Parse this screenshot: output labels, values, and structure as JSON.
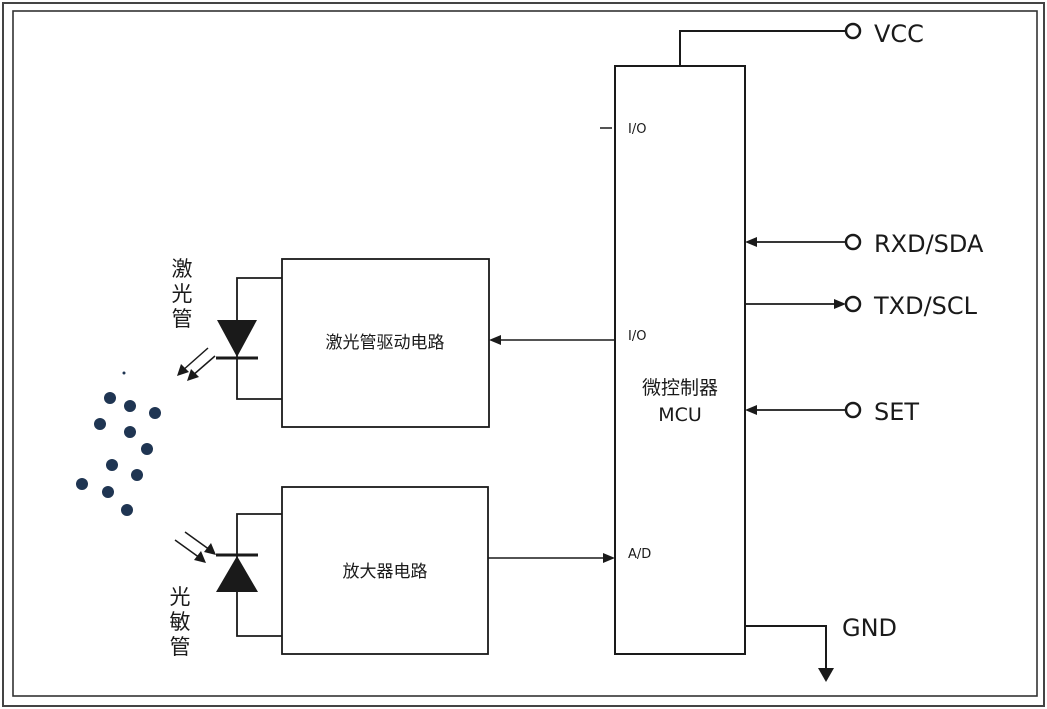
{
  "mcu": {
    "name_cn": "微控制器",
    "name_en": "MCU",
    "pin_io_top": "I/O",
    "pin_io_mid": "I/O",
    "pin_ad": "A/D"
  },
  "blocks": {
    "laser_driver": "激光管驱动电路",
    "amplifier": "放大器电路"
  },
  "devices": {
    "laser_chars": [
      "激",
      "光",
      "管"
    ],
    "receiver_chars": [
      "光",
      "敏",
      "管"
    ]
  },
  "ports": {
    "vcc": "VCC",
    "rxd": "RXD/SDA",
    "txd": "TXD/SCL",
    "set": "SET",
    "gnd": "GND"
  },
  "colors": {
    "line": "#1a1a1a",
    "particle": "#1f3552",
    "border": "#444444"
  }
}
